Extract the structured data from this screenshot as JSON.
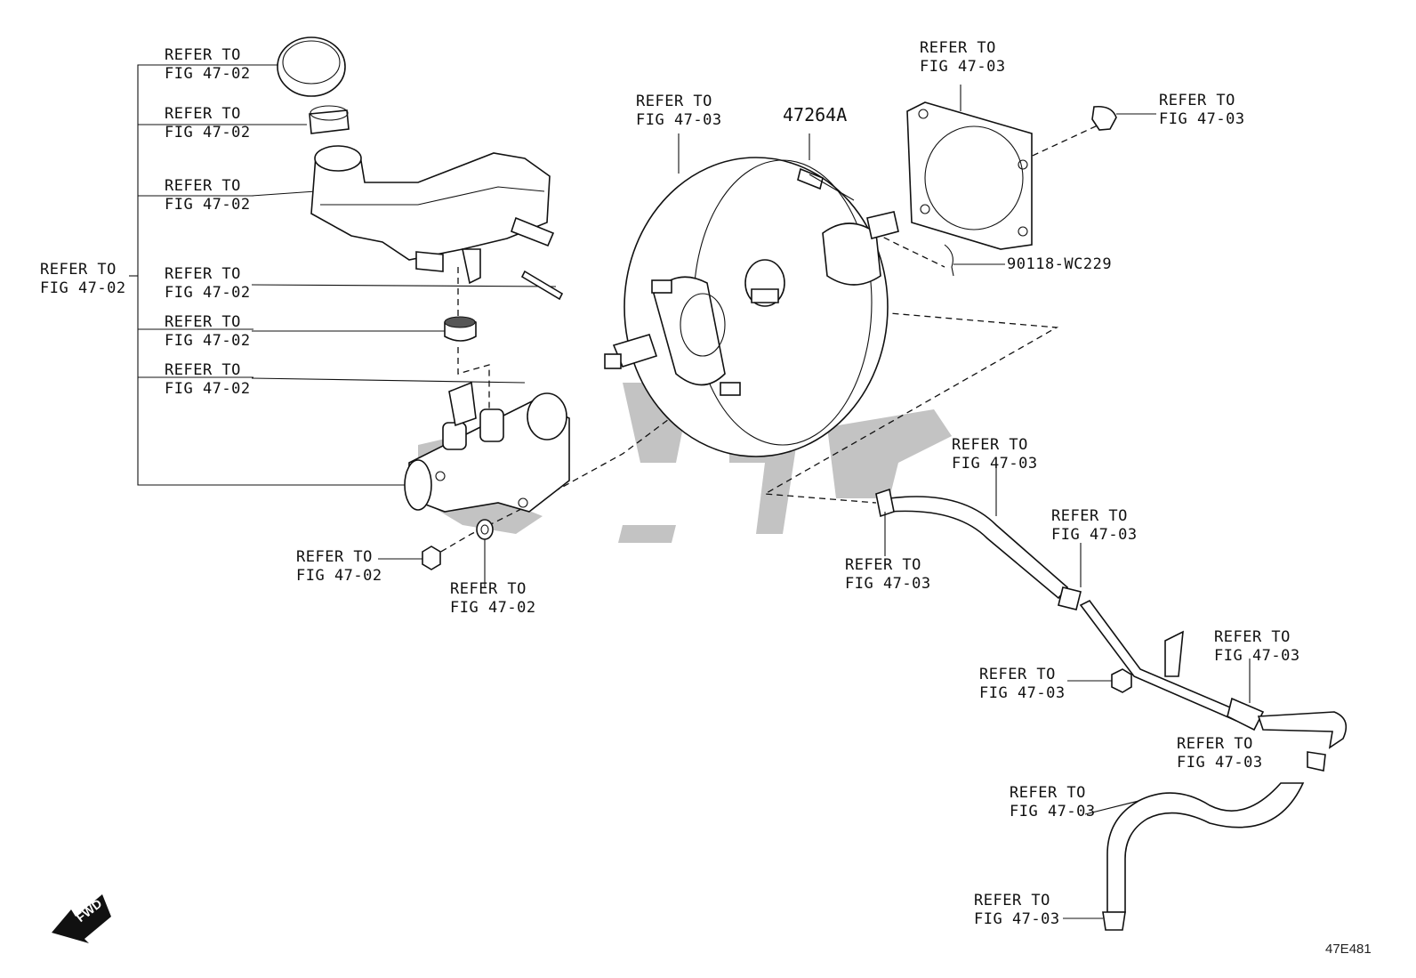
{
  "diagram": {
    "figure_code": "47E481",
    "fwd_label": "FWD"
  },
  "callouts": {
    "mc_group": "REFER TO\nFIG 47-02",
    "mc_cap": "REFER TO\nFIG 47-02",
    "mc_strainer": "REFER TO\nFIG 47-02",
    "mc_reservoir": "REFER TO\nFIG 47-02",
    "mc_pin": "REFER TO\nFIG 47-02",
    "mc_grommet": "REFER TO\nFIG 47-02",
    "mc_cylinder": "REFER TO\nFIG 47-02",
    "mc_nut": "REFER TO\nFIG 47-02",
    "mc_washer": "REFER TO\nFIG 47-02",
    "booster": "REFER TO\nFIG 47-03",
    "booster_gasket": "REFER TO\nFIG 47-03",
    "booster_nut": "REFER TO\nFIG 47-03",
    "part_47264a": "47264A",
    "part_90118": "90118-WC229",
    "hose_upper": "REFER TO\nFIG 47-03",
    "hose_clamp_left": "REFER TO\nFIG 47-03",
    "hose_clamp_mid": "REFER TO\nFIG 47-03",
    "pipe_bracket": "REFER TO\nFIG 47-03",
    "pipe_nut": "REFER TO\nFIG 47-03",
    "lower_clamp_right": "REFER TO\nFIG 47-03",
    "lower_hose": "REFER TO\nFIG 47-03",
    "lower_clamp_bottom": "REFER TO\nFIG 47-03"
  }
}
